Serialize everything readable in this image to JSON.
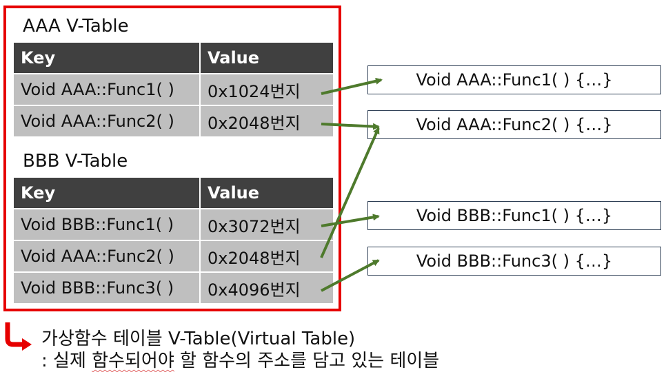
{
  "aaa_table": {
    "title": "AAA V-Table",
    "headers": {
      "key": "Key",
      "value": "Value"
    },
    "rows": [
      {
        "key": "Void AAA::Func1( )",
        "value": "0x1024번지"
      },
      {
        "key": "Void AAA::Func2( )",
        "value": "0x2048번지"
      }
    ]
  },
  "bbb_table": {
    "title": "BBB V-Table",
    "headers": {
      "key": "Key",
      "value": "Value"
    },
    "rows": [
      {
        "key": "Void BBB::Func1( )",
        "value": "0x3072번지"
      },
      {
        "key": "Void AAA::Func2( )",
        "value": "0x2048번지"
      },
      {
        "key": "Void BBB::Func3( )",
        "value": "0x4096번지"
      }
    ]
  },
  "functions": [
    "Void AAA::Func1( ) {…}",
    "Void AAA::Func2( ) {…}",
    "Void BBB::Func1( ) {…}",
    "Void BBB::Func3( ) {…}"
  ],
  "note": {
    "line1": "가상함수 테이블 V-Table(Virtual Table)",
    "line2_prefix": ": 실제 ",
    "line2_squiggle": "함수되어야",
    "line2_suffix": " 할 함수의 주소를 담고 있는 테이블"
  },
  "colors": {
    "frame": "#e60000",
    "header_bg": "#404040",
    "cell_bg": "#bfbfbf",
    "arrow": "#4e7a2c",
    "box_border": "#2e3f55"
  }
}
